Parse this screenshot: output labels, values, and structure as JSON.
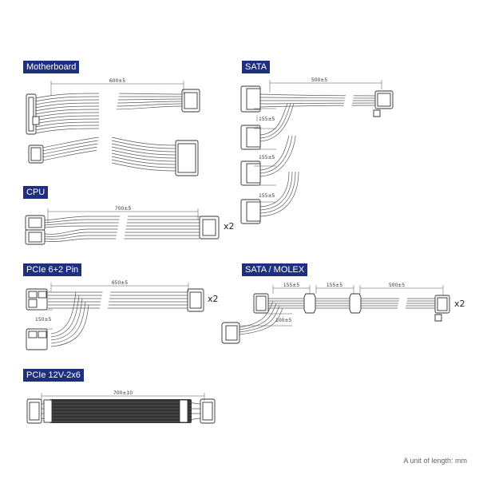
{
  "sections": {
    "motherboard": {
      "title": "Motherboard",
      "length": "600±5"
    },
    "sata": {
      "title": "SATA",
      "length": "500±5",
      "spacing": [
        "155±5",
        "155±5",
        "155±5"
      ]
    },
    "cpu": {
      "title": "CPU",
      "length": "700±5",
      "multiplier": "x2"
    },
    "pcie": {
      "title": "PCIe 6+2 Pin",
      "length": "650±5",
      "branch": "150±5",
      "multiplier": "x2"
    },
    "sata_molex": {
      "title": "SATA / MOLEX",
      "lengths": [
        "155±5",
        "155±5",
        "500±5"
      ],
      "branch": "100±5",
      "multiplier": "x2"
    },
    "pcie12v": {
      "title": "PCIe 12V-2x6",
      "length": "700±10"
    }
  },
  "footnote": "A unit of length: mm",
  "colors": {
    "label_bg": "#1d2f7e",
    "label_text": "#ffffff",
    "wire": "#5a5a5a",
    "sleeve": "#333333"
  }
}
